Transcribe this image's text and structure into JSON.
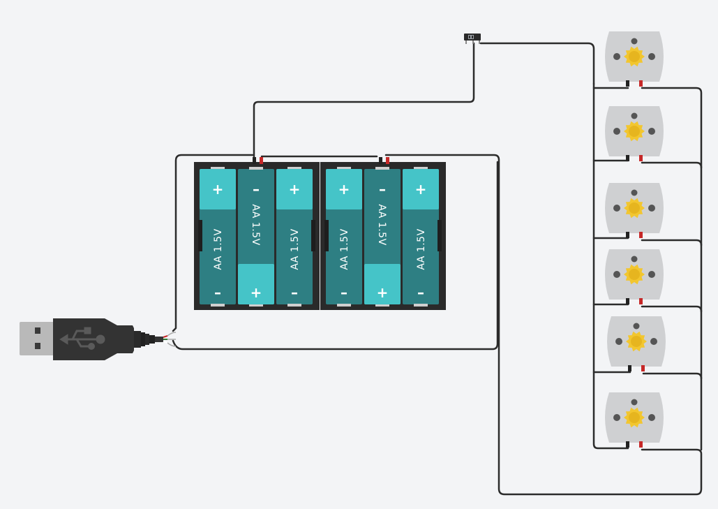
{
  "battery_packs": [
    {
      "cells": [
        {
          "label": "AA 1.5V",
          "top_terminal": "+",
          "bottom_terminal": "–",
          "orientation": "up"
        },
        {
          "label": "AA 1.5V",
          "top_terminal": "–",
          "bottom_terminal": "+",
          "orientation": "down"
        },
        {
          "label": "AA 1.5V",
          "top_terminal": "+",
          "bottom_terminal": "–",
          "orientation": "up"
        }
      ]
    },
    {
      "cells": [
        {
          "label": "AA 1.5V",
          "top_terminal": "+",
          "bottom_terminal": "–",
          "orientation": "up"
        },
        {
          "label": "AA 1.5V",
          "top_terminal": "–",
          "bottom_terminal": "+",
          "orientation": "down"
        },
        {
          "label": "AA 1.5V",
          "top_terminal": "+",
          "bottom_terminal": "–",
          "orientation": "up"
        }
      ]
    }
  ],
  "motors": [
    {
      "id": 1
    },
    {
      "id": 2
    },
    {
      "id": 3
    },
    {
      "id": 4
    },
    {
      "id": 5
    },
    {
      "id": 6
    }
  ],
  "components": {
    "usb_cable": "usb-icon",
    "slide_switch": "switch"
  },
  "colors": {
    "background": "#f3f4f6",
    "cell_dark": "#2e7f83",
    "cell_light": "#45c4c8",
    "holder": "#2a2a2a",
    "wire": "#2b2b2b",
    "motor_body": "#cfd0d2",
    "motor_gear": "#f2c62f",
    "terminal_red": "#c62828",
    "usb_body": "#333333",
    "usb_metal": "#b9b9b9"
  }
}
